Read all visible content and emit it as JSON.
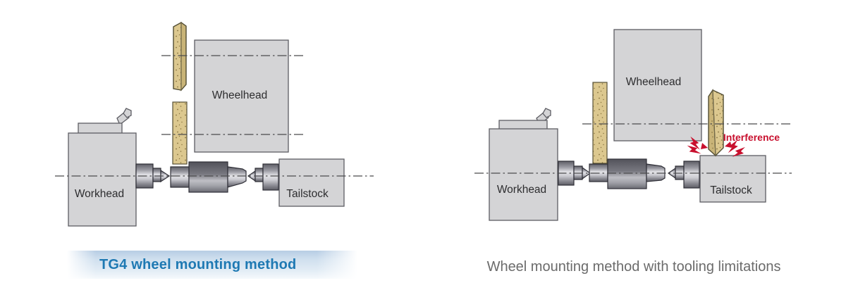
{
  "figure": {
    "type": "technical-diagram",
    "subject": "cylindrical grinding wheel mounting comparison"
  },
  "left_panel": {
    "wheelhead_label": "Wheelhead",
    "workhead_label": "Workhead",
    "tailstock_label": "Tailstock",
    "caption": "TG4 wheel mounting method"
  },
  "right_panel": {
    "wheelhead_label": "Wheelhead",
    "workhead_label": "Workhead",
    "tailstock_label": "Tailstock",
    "interference_label": "Interference",
    "caption": "Wheel mounting method with tooling limitations"
  },
  "icons": {
    "lightning_bolt": "zigzag-spark",
    "grinding_wheel": "speckled-abrasive-wheel",
    "centerline": "dash-dot-axis-line"
  },
  "colors": {
    "box_gray": "#d4d4d6",
    "box_stroke": "#5d5d63",
    "grinding_wheel_tan": "#dcc88f",
    "grinding_wheel_bevel": "#c9b478",
    "speckle_brown": "#85713d",
    "metal_light": "#e3e3e7",
    "metal_dark": "#5f5f67",
    "centerline_gray": "#4a4a4c",
    "interference_red": "#c8102e",
    "caption_blue": "#1e79b3",
    "caption_gray": "#6b6b6b",
    "band_blue": "#b7cde4",
    "background": "#ffffff"
  }
}
